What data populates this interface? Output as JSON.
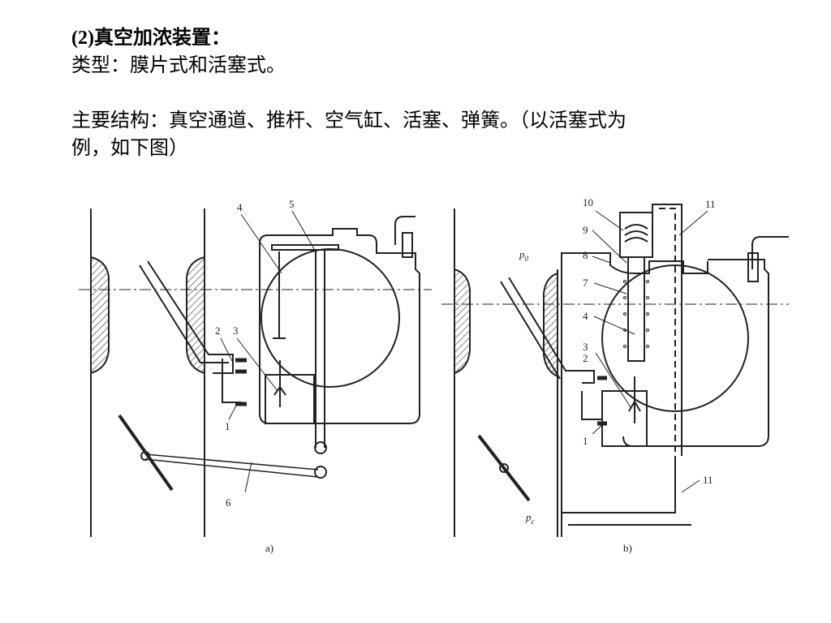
{
  "slide": {
    "heading": "(2)真空加浓装置：",
    "type_line": "类型：膜片式和活塞式。",
    "structure_line1": "主要结构：真空通道、推杆、空气缸、活塞、弹簧。（以活塞式为",
    "structure_line2": "例，如下图）"
  },
  "figure": {
    "a_caption": "a)",
    "b_caption": "b)",
    "a_labels": [
      "1",
      "2",
      "3",
      "4",
      "5",
      "6"
    ],
    "b_labels": [
      "1",
      "2",
      "3",
      "4",
      "7",
      "8",
      "9",
      "10",
      "11",
      "11"
    ],
    "p0_symbol": "p",
    "p0_subscript": "0",
    "pk_symbol": "p",
    "pk_subscript": "c"
  }
}
